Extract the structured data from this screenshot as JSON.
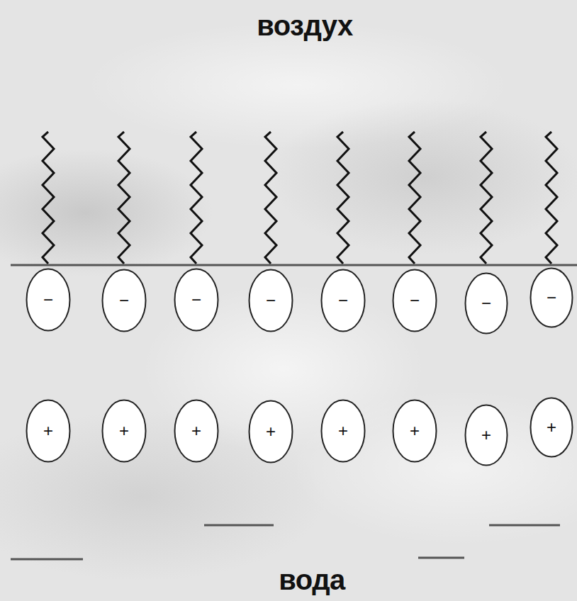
{
  "diagram": {
    "nodes": [
      {
        "text": [
          "−"
        ]
      },
      {
        "text": [
          "−"
        ]
      },
      {
        "text": [
          "−"
        ]
      },
      {
        "text": [
          "−"
        ]
      },
      {
        "text": [
          "−"
        ]
      },
      {
        "text": [
          "−"
        ]
      },
      {
        "text": [
          "−"
        ]
      },
      {
        "text": [
          "−"
        ]
      },
      {
        "text": [
          "+"
        ]
      },
      {
        "text": [
          "+"
        ]
      },
      {
        "text": [
          "+"
        ]
      },
      {
        "text": [
          "+"
        ]
      },
      {
        "text": [
          "+"
        ]
      },
      {
        "text": [
          "+"
        ]
      },
      {
        "text": [
          "+"
        ]
      },
      {
        "text": [
          "+"
        ]
      }
    ],
    "labels": [
      "воздух",
      "вода"
    ]
  }
}
